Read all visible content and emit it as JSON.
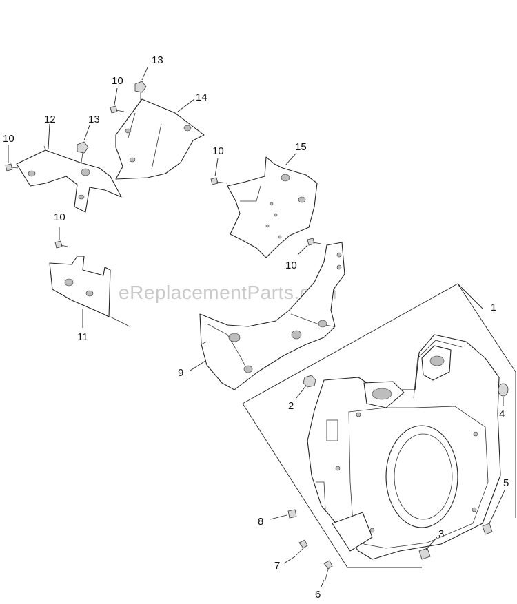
{
  "watermark": "eReplacementParts.com",
  "callouts": {
    "c1": "1",
    "c2": "2",
    "c3": "3",
    "c4": "4",
    "c5": "5",
    "c6": "6",
    "c7": "7",
    "c8": "8",
    "c9": "9",
    "c10a": "10",
    "c10b": "10",
    "c10c": "10",
    "c10d": "10",
    "c10e": "10",
    "c11": "11",
    "c12": "12",
    "c13a": "13",
    "c13b": "13",
    "c14": "14",
    "c15": "15"
  }
}
